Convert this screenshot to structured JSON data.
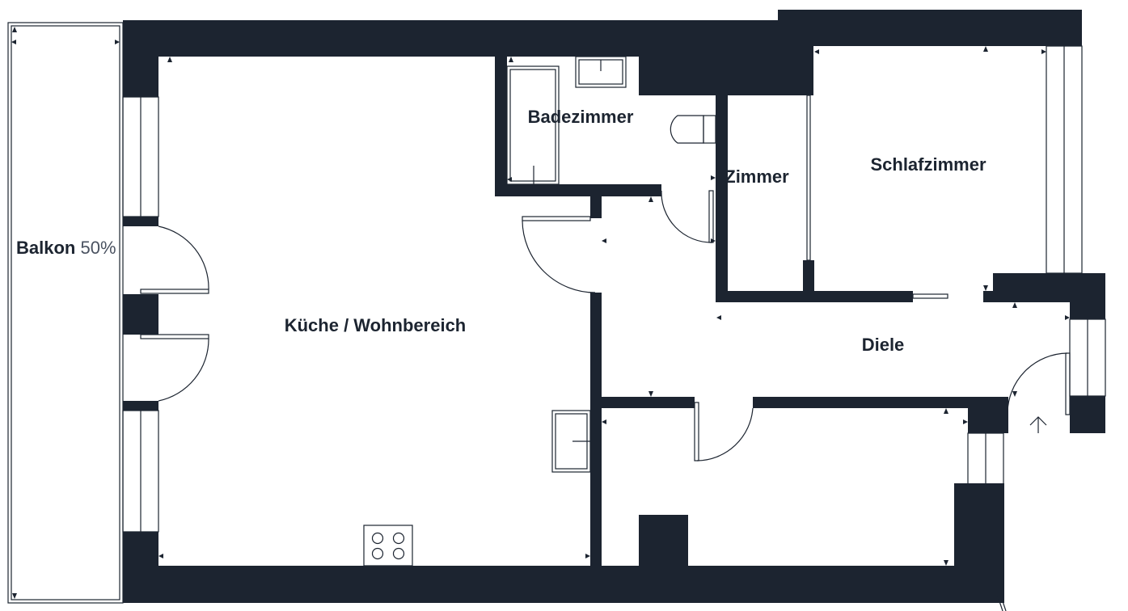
{
  "rooms": {
    "balkon": {
      "label": "Balkon",
      "percent": "50%"
    },
    "kueche": {
      "label": "Küche / Wohnbereich"
    },
    "bad": {
      "label": "Badezimmer"
    },
    "zimmer": {
      "label": "Zimmer"
    },
    "schlaf": {
      "label": "Schlafzimmer"
    },
    "diele": {
      "label": "Diele"
    }
  },
  "colors": {
    "wall": "#1c2430",
    "background": "#ffffff"
  },
  "icons": [
    "stove-icon",
    "sink-icon",
    "toilet-icon",
    "bathtub-icon",
    "entrance-arrow-icon"
  ]
}
